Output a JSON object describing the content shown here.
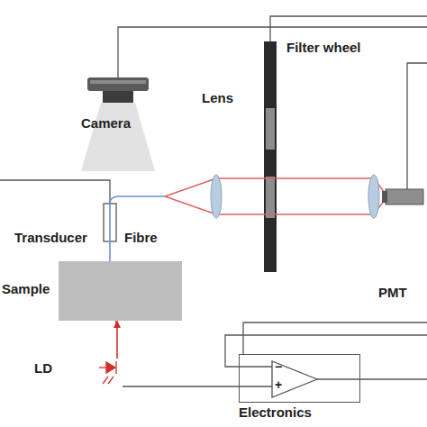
{
  "diagram": {
    "nodes": [
      {
        "text": [
          "Sample"
        ]
      },
      {
        "text": [
          "Electronics"
        ]
      },
      {
        "text": [
          "−",
          "+"
        ],
        "in": 1
      }
    ],
    "labels": [
      "Camera",
      "Lens",
      "Filter wheel",
      "Transducer",
      "Fibre",
      "PMT",
      "LD"
    ]
  }
}
